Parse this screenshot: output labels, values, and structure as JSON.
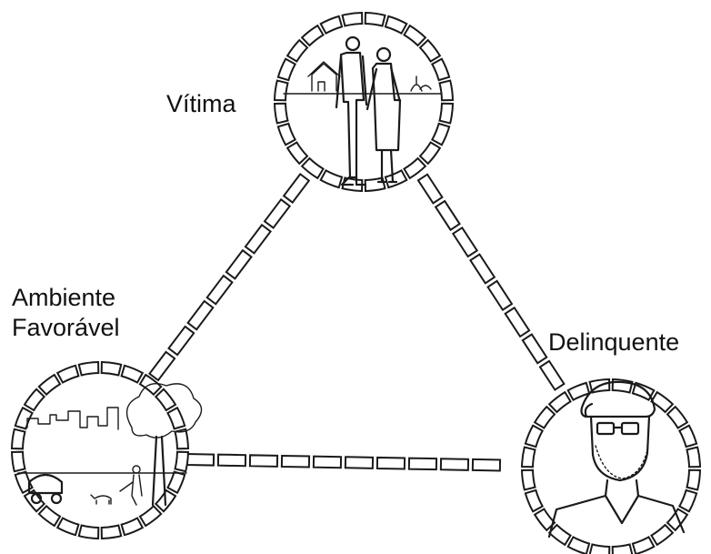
{
  "labels": {
    "victim": "Vítima",
    "environment_line1": "Ambiente",
    "environment_line2": "Favorável",
    "offender": "Delinquente"
  },
  "nodes": [
    {
      "id": "victim",
      "scene": "couple-with-house-icon"
    },
    {
      "id": "environment",
      "scene": "city-park-icon"
    },
    {
      "id": "offender",
      "scene": "man-with-cap-icon"
    }
  ],
  "edges": [
    {
      "from": "victim",
      "to": "environment"
    },
    {
      "from": "victim",
      "to": "offender"
    },
    {
      "from": "environment",
      "to": "offender"
    }
  ],
  "colors": {
    "ink": "#1a1a1a",
    "background": "#ffffff"
  }
}
